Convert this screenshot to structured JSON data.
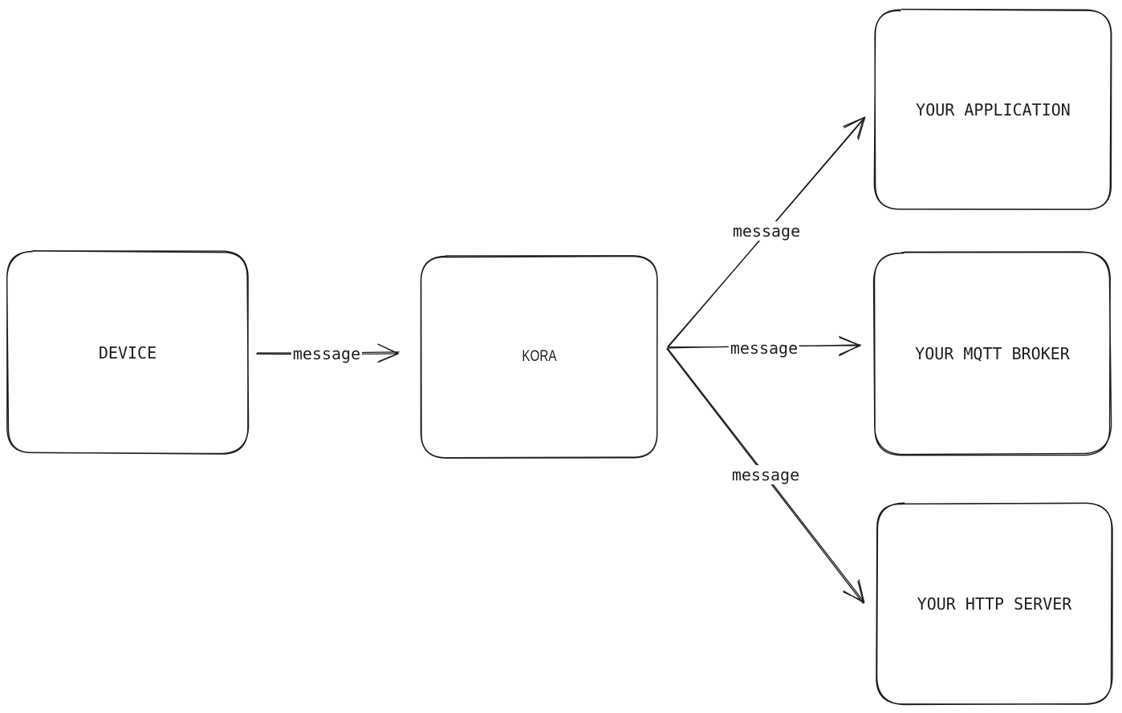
{
  "diagram": {
    "type": "flowchart",
    "style": "hand-drawn",
    "background_color": "#ffffff",
    "stroke_color": "#1e1e1e",
    "text_color": "#1e1e1e",
    "nodes": [
      {
        "id": "device",
        "label": "DEVICE"
      },
      {
        "id": "kora",
        "label": "KORA"
      },
      {
        "id": "your-application",
        "label": "YOUR APPLICATION"
      },
      {
        "id": "your-mqtt-broker",
        "label": "YOUR MQTT BROKER"
      },
      {
        "id": "your-http-server",
        "label": "YOUR HTTP SERVER"
      }
    ],
    "edges": [
      {
        "from": "DEVICE",
        "to": "KORA",
        "label": "message"
      },
      {
        "from": "KORA",
        "to": "YOUR APPLICATION",
        "label": "message"
      },
      {
        "from": "KORA",
        "to": "YOUR MQTT BROKER",
        "label": "message"
      },
      {
        "from": "KORA",
        "to": "YOUR HTTP SERVER",
        "label": "message"
      }
    ]
  }
}
